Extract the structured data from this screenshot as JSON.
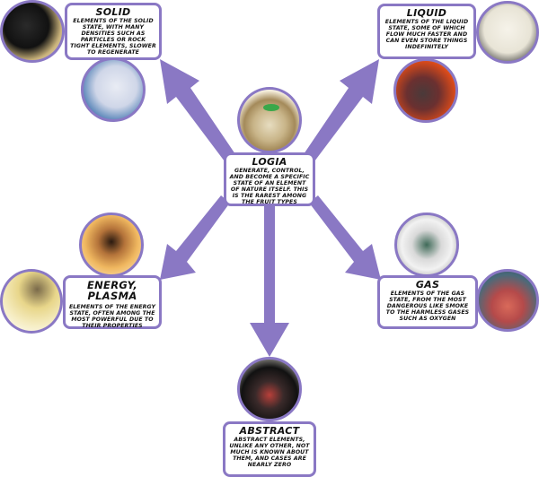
{
  "diagram": {
    "center": {
      "title": "LOGIA",
      "description": "GENERATE, CONTROL, AND BECOME A SPECIFIC STATE OF AN ELEMENT OF NATURE ITSELF. THIS IS THE RAREST AMONG THE FRUIT TYPES",
      "image": "logia-devil-fruit-illustration"
    },
    "nodes": [
      {
        "id": "solid",
        "title": "SOLID",
        "description": "ELEMENTS OF THE SOLID STATE, WITH MANY DENSITIES SUCH AS PARTICLES OR ROCK TIGHT ELEMENTS, SLOWER TO REGENERATE",
        "images": [
          "solid-character-dark",
          "solid-character-white"
        ]
      },
      {
        "id": "liquid",
        "title": "LIQUID",
        "description": "ELEMENTS OF THE LIQUID STATE, SOME OF WHICH FLOW MUCH FASTER AND CAN EVEN STORE THINGS INDEFINITELY",
        "images": [
          "liquid-character-sketch",
          "liquid-character-fire"
        ]
      },
      {
        "id": "energy",
        "title": "ENERGY, PLASMA",
        "description": "ELEMENTS OF THE ENERGY STATE, OFTEN AMONG THE MOST POWERFUL DUE TO THEIR PROPERTIES",
        "images": [
          "energy-character-fire",
          "energy-character-light"
        ]
      },
      {
        "id": "gas",
        "title": "GAS",
        "description": "ELEMENTS OF THE GAS STATE, FROM THE MOST DANGEROUS LIKE SMOKE TO THE HARMLESS GASES SUCH AS OXYGEN",
        "images": [
          "gas-character-smoke",
          "gas-scene-poison"
        ]
      },
      {
        "id": "abstract",
        "title": "ABSTRACT",
        "description": "ABSTRACT ELEMENTS, UNLIKE ANY OTHER, NOT MUCH IS KNOWN ABOUT THEM, AND CASES ARE NEARLY ZERO",
        "images": [
          "abstract-character-darkness"
        ]
      }
    ],
    "colors": {
      "accent": "#8a78c4",
      "box_fill": "#ffffff",
      "text": "#111111"
    }
  }
}
